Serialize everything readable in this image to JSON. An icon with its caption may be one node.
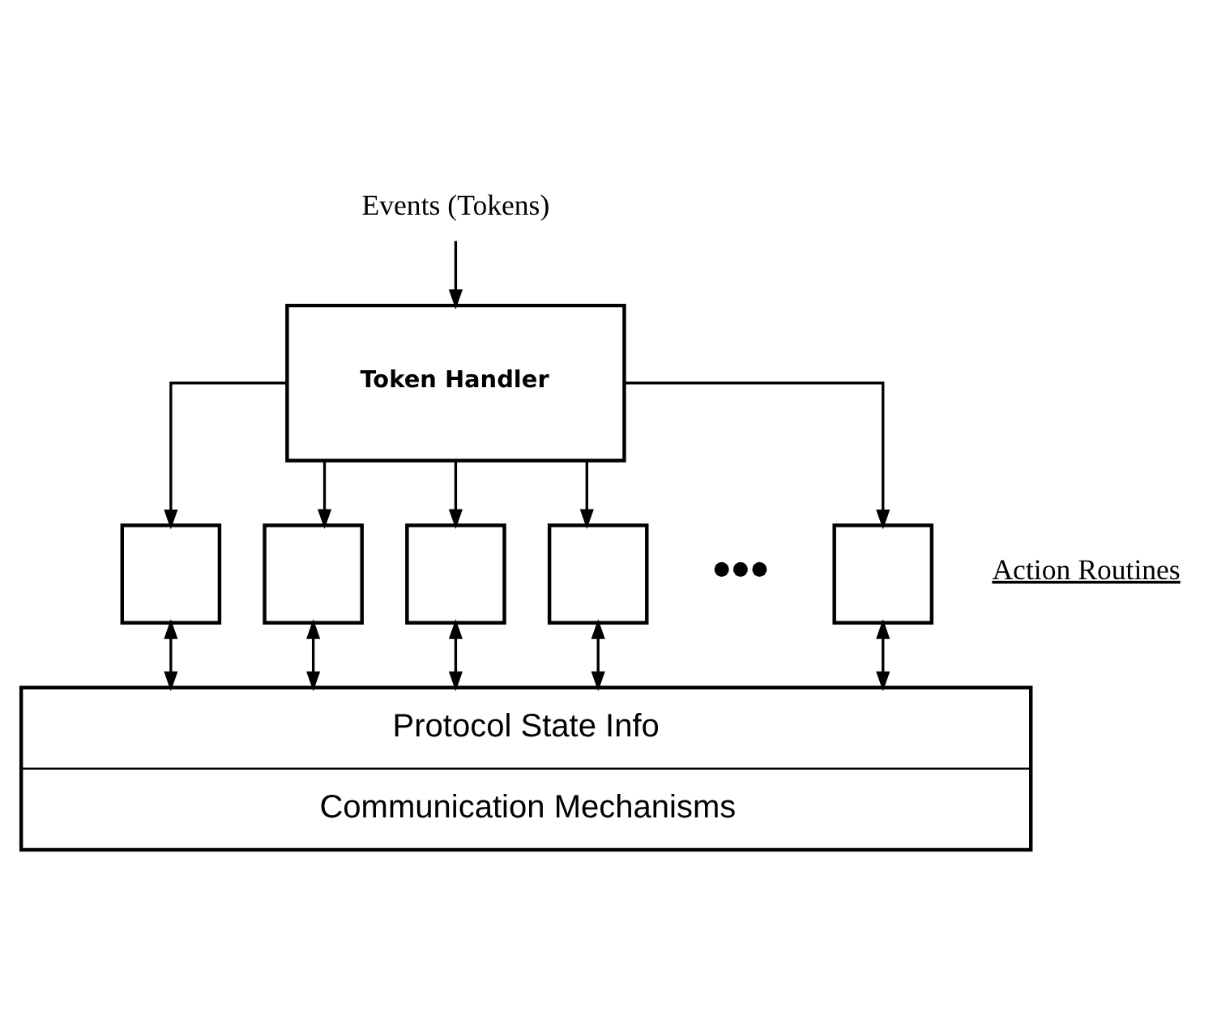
{
  "diagram": {
    "nodes": [
      {
        "text": [
          "Events (Tokens)"
        ]
      },
      {
        "text": [
          "Token Handler"
        ]
      },
      {
        "text": [],
        "shape": "box"
      },
      {
        "text": [],
        "shape": "box"
      },
      {
        "text": [],
        "shape": "box"
      },
      {
        "text": [],
        "shape": "box"
      },
      {
        "text": [],
        "shape": "box"
      },
      {
        "text": [
          "Protocol State Info",
          "Communication Mechanisms"
        ]
      }
    ],
    "edges": [
      {
        "from": 0,
        "to": 1,
        "arrow": "to"
      },
      {
        "from": 1,
        "to": 2,
        "arrow": "to"
      },
      {
        "from": 1,
        "to": 3,
        "arrow": "to"
      },
      {
        "from": 1,
        "to": 4,
        "arrow": "to"
      },
      {
        "from": 1,
        "to": 5,
        "arrow": "to"
      },
      {
        "from": 1,
        "to": 6,
        "arrow": "to"
      },
      {
        "from": 2,
        "to": 7,
        "arrow": "both"
      },
      {
        "from": 3,
        "to": 7,
        "arrow": "both"
      },
      {
        "from": 4,
        "to": 7,
        "arrow": "both"
      },
      {
        "from": 5,
        "to": 7,
        "arrow": "both"
      },
      {
        "from": 6,
        "to": 7,
        "arrow": "both"
      }
    ],
    "labels": [
      "•••",
      "Action Routines"
    ]
  }
}
